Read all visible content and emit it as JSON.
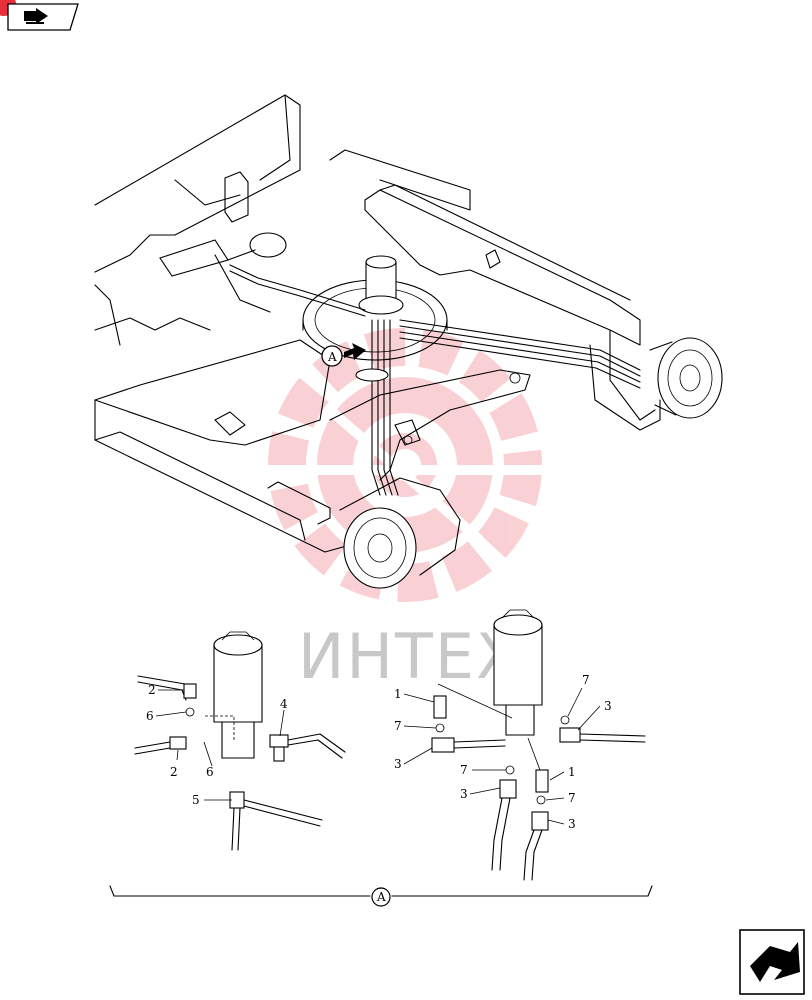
{
  "nav": {
    "prev_icon": "arrow-back-icon",
    "next_icon": "arrow-forward-icon"
  },
  "watermark": {
    "text": "ИНТЕХ",
    "color": "#e8303a"
  },
  "main_view": {
    "section_marker": "A"
  },
  "detail": {
    "bracket_label": "A",
    "left_callouts": [
      "2",
      "6",
      "4",
      "2",
      "6",
      "5"
    ],
    "right_callouts": [
      "1",
      "7",
      "3",
      "7",
      "3",
      "7",
      "3",
      "1",
      "7",
      "3"
    ]
  }
}
